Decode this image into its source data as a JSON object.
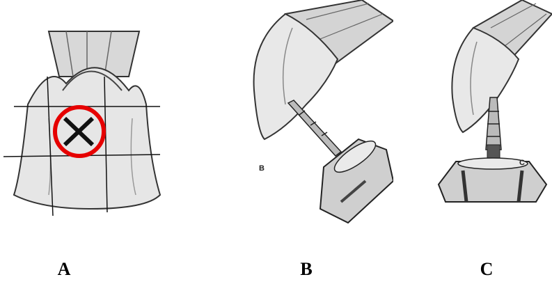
{
  "figure": {
    "panel_a": {
      "caption": "A",
      "marker_icon": "red-circle-x-icon",
      "marker_color": "#e60000"
    },
    "panel_b": {
      "caption": "B",
      "inner_label": "B"
    },
    "panel_c": {
      "caption": "C",
      "inner_label": "C"
    }
  }
}
